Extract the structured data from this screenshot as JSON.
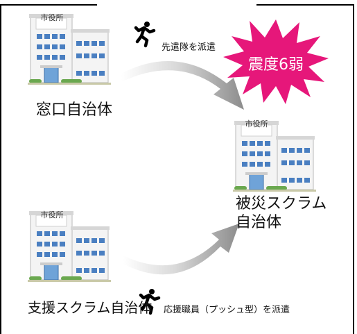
{
  "header": {
    "partial_title": ""
  },
  "diagram": {
    "buildings": [
      {
        "sign": "市役所",
        "label": "窓口自治体"
      },
      {
        "sign": "市役所",
        "label": "被災スクラム自治体"
      },
      {
        "sign": "市役所",
        "label": "支援スクラム自治体"
      }
    ],
    "earthquake_badge": "震度6弱",
    "arrow_top_caption": "先遣隊を派遣",
    "arrow_bottom_caption": "応援職員（プッシュ型）を派遣"
  },
  "colors": {
    "burst": "#e6177a",
    "arrow": "#9a9a9a",
    "building_wall": "#f2f2f2",
    "window": "#4a7fc1",
    "roof_green": "#6aa84f"
  },
  "icons": [
    "building-icon",
    "running-person-icon",
    "curved-arrow-icon",
    "starburst-icon"
  ]
}
